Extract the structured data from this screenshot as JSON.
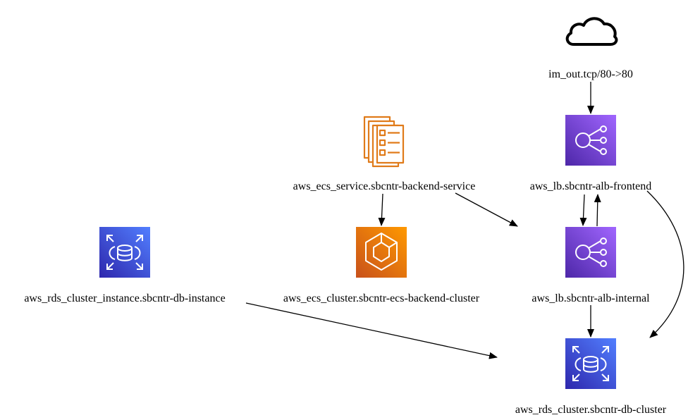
{
  "diagram": {
    "nodes": [
      {
        "id": "internet",
        "label": "im_out.tcp/80->80",
        "icon": "cloud-icon"
      },
      {
        "id": "alb-frontend",
        "label": "aws_lb.sbcntr-alb-frontend",
        "icon": "load-balancer-icon",
        "color": "#8c4fff"
      },
      {
        "id": "ecs-service",
        "label": "aws_ecs_service.sbcntr-backend-service",
        "icon": "ecs-service-icon",
        "color": "#e07b1a"
      },
      {
        "id": "rds-instance",
        "label": "aws_rds_cluster_instance.sbcntr-db-instance",
        "icon": "rds-icon",
        "color": "#4053d6"
      },
      {
        "id": "ecs-cluster",
        "label": "aws_ecs_cluster.sbcntr-ecs-backend-cluster",
        "icon": "ecs-cluster-icon",
        "color": "#ed7d1d"
      },
      {
        "id": "alb-internal",
        "label": "aws_lb.sbcntr-alb-internal",
        "icon": "load-balancer-icon",
        "color": "#8c4fff"
      },
      {
        "id": "rds-cluster",
        "label": "aws_rds_cluster.sbcntr-db-cluster",
        "icon": "rds-icon",
        "color": "#4053d6"
      }
    ],
    "edges": [
      {
        "from": "internet",
        "to": "alb-frontend"
      },
      {
        "from": "alb-frontend",
        "to": "alb-internal"
      },
      {
        "from": "alb-internal",
        "to": "alb-frontend"
      },
      {
        "from": "alb-frontend",
        "to": "rds-cluster"
      },
      {
        "from": "ecs-service",
        "to": "ecs-cluster"
      },
      {
        "from": "ecs-service",
        "to": "alb-internal"
      },
      {
        "from": "alb-internal",
        "to": "rds-cluster"
      },
      {
        "from": "rds-instance",
        "to": "rds-cluster"
      }
    ]
  }
}
